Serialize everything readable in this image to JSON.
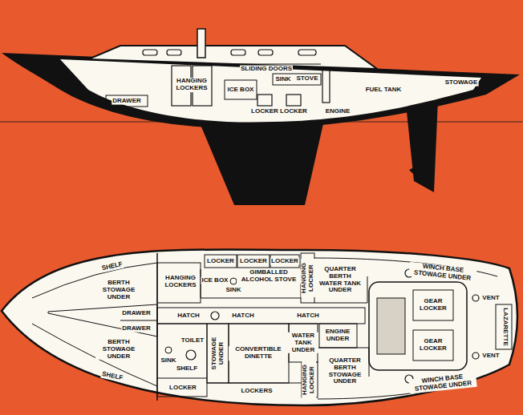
{
  "diagram": {
    "labels": [
      "STOWAGE",
      "SLIDING DOORS",
      "HANGING LOCKERS",
      "ICE BOX",
      "SINK",
      "STOVE",
      "LOCKER",
      "LOCKER",
      "ENGINE",
      "FUEL TANK",
      "DRAWER",
      "LOCKER",
      "LOCKER",
      "LOCKER",
      "HANGING LOCKER",
      "QUARTER BERTH WATER TANK UNDER",
      "WINCH BASE STOWAGE UNDER",
      "SHELF",
      "BERTH STOWAGE UNDER",
      "HANGING LOCKERS",
      "ICE BOX",
      "SINK",
      "GIMBALLED ALCOHOL STOVE",
      "DRAWER",
      "HATCH",
      "HATCH",
      "HATCH",
      "ENGINE UNDER",
      "GEAR LOCKER",
      "VENT",
      "LAZARETTE",
      "VENT",
      "GEAR LOCKER",
      "DRAWER",
      "BERTH STOWAGE UNDER",
      "SHELF",
      "TOILET",
      "SINK",
      "SHELF",
      "LOCKER",
      "STOWAGE UNDER",
      "CONVERTIBLE DINETTE",
      "WATER TANK UNDER",
      "LOCKERS",
      "HANGING LOCKER",
      "QUARTER BERTH STOWAGE UNDER",
      "WINCH BASE STOWAGE UNDER"
    ]
  }
}
